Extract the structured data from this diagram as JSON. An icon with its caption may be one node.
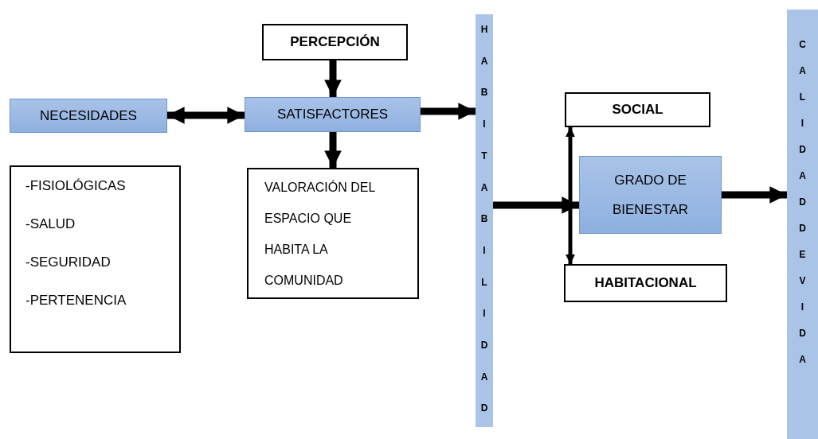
{
  "diagram": {
    "nodes": [
      {
        "text": [
          "PERCEPCIÓN"
        ]
      },
      {
        "text": [
          "NECESIDADES"
        ]
      },
      {
        "text": [
          "SATISFACTORES"
        ]
      },
      {
        "text": [
          "-FISIOLÓGICAS",
          "-SALUD",
          "-SEGURIDAD",
          "-PERTENENCIA"
        ]
      },
      {
        "text": [
          "VALORACIÓN DEL ESPACIO QUE HABITA LA COMUNIDAD"
        ]
      },
      {
        "text": [
          "HABITABILIDAD"
        ]
      },
      {
        "text": [
          "SOCIAL"
        ]
      },
      {
        "text": [
          "GRADO DE BIENESTAR"
        ]
      },
      {
        "text": [
          "HABITACIONAL"
        ]
      },
      {
        "text": [
          "CALIDAD DE VIDA"
        ]
      }
    ],
    "edges": [
      {
        "from": 0,
        "to": 2,
        "arrow": "to"
      },
      {
        "from": 1,
        "to": 2,
        "arrow": "both"
      },
      {
        "from": 2,
        "to": 4,
        "arrow": "to"
      },
      {
        "from": 2,
        "to": 5,
        "arrow": "to"
      },
      {
        "from": 5,
        "to": 7,
        "arrow": "to"
      },
      {
        "from": 6,
        "to": 8,
        "arrow": "both"
      },
      {
        "from": 7,
        "to": 9,
        "arrow": "to"
      }
    ]
  }
}
